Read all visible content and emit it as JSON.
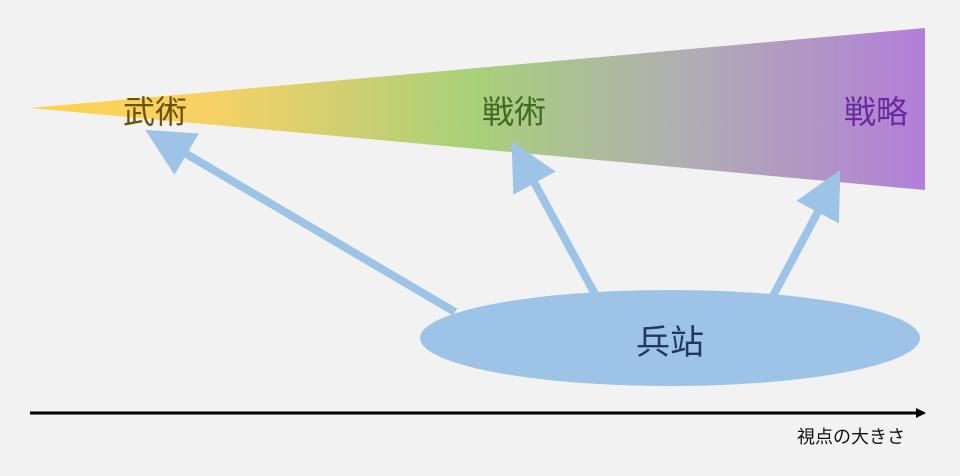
{
  "diagram": {
    "labels": {
      "bujutsu": "武術",
      "senjutsu": "戦術",
      "senryaku": "戦略",
      "logistics": "兵站",
      "axis": "視点の大きさ"
    },
    "colors": {
      "background": "#f2f2f2",
      "gradient_start": "#ffd24d",
      "gradient_mid_green": "#a8d07a",
      "gradient_mid_gray": "#b0b0b0",
      "gradient_end": "#b27fd9",
      "bujutsu_text": "#6a5200",
      "senjutsu_text": "#3f6b24",
      "senryaku_text": "#6a2a9e",
      "arrow": "#9dc3e6",
      "ellipse": "#9dc3e6",
      "logistics_text": "#1f3a5f",
      "axis_line": "#000000"
    }
  }
}
